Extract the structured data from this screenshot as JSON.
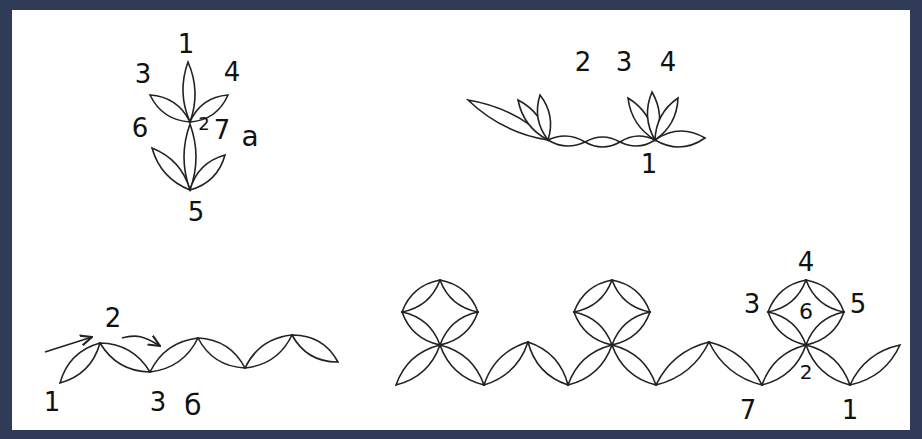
{
  "diagram": {
    "labels": [
      "1",
      "3",
      "4",
      "6",
      "2",
      "7",
      "а",
      "5",
      "2",
      "3",
      "4",
      "1",
      "2",
      "1",
      "3",
      "б",
      "4",
      "3",
      "6",
      "5",
      "2",
      "7",
      "1"
    ]
  }
}
